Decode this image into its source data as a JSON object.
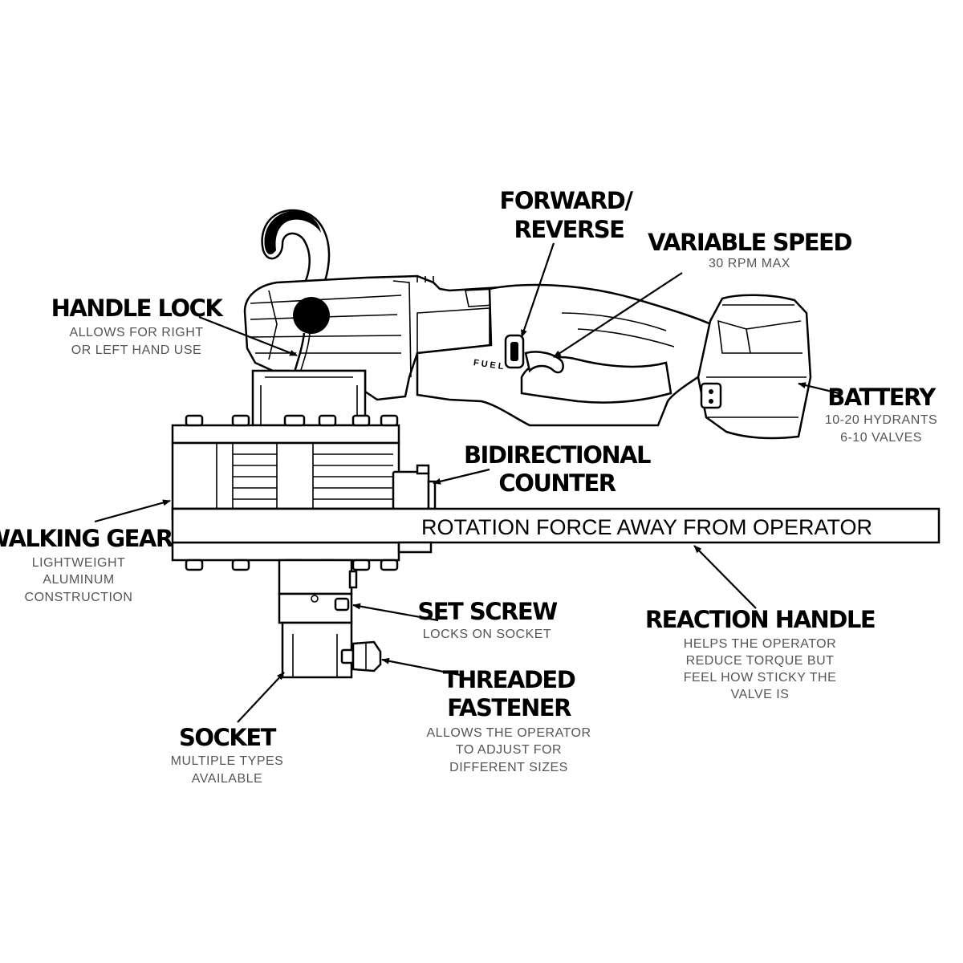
{
  "labels": {
    "forward_reverse": {
      "title_1": "FORWARD/",
      "title_2": "REVERSE"
    },
    "variable_speed": {
      "title": "VARIABLE SPEED",
      "sub": "30 RPM MAX"
    },
    "handle_lock": {
      "title": "HANDLE LOCK",
      "sub_1": "ALLOWS FOR RIGHT",
      "sub_2": "OR LEFT HAND USE"
    },
    "battery": {
      "title": "BATTERY",
      "sub_1": "10-20 HYDRANTS",
      "sub_2": "6-10 VALVES"
    },
    "bidirectional_counter": {
      "title_1": "BIDIRECTIONAL",
      "title_2": "COUNTER"
    },
    "walking_gear": {
      "title": "WALKING GEAR",
      "sub_1": "LIGHTWEIGHT",
      "sub_2": "ALUMINUM",
      "sub_3": "CONSTRUCTION"
    },
    "set_screw": {
      "title": "SET SCREW",
      "sub": "LOCKS ON SOCKET"
    },
    "reaction_handle": {
      "title": "REACTION HANDLE",
      "sub_1": "HELPS THE OPERATOR",
      "sub_2": "REDUCE TORQUE BUT",
      "sub_3": "FEEL HOW STICKY THE",
      "sub_4": "VALVE IS"
    },
    "threaded_fastener": {
      "title_1": "THREADED",
      "title_2": "FASTENER",
      "sub_1": "ALLOWS THE OPERATOR",
      "sub_2": "TO ADJUST FOR",
      "sub_3": "DIFFERENT SIZES"
    },
    "socket": {
      "title": "SOCKET",
      "sub_1": "MULTIPLE TYPES",
      "sub_2": "AVAILABLE"
    }
  },
  "reaction_band": {
    "text": "ROTATION FORCE AWAY FROM OPERATOR"
  },
  "tool_logo": {
    "text": "FUEL"
  },
  "colors": {
    "line": "#000000",
    "subtext": "#555555",
    "background": "#ffffff"
  }
}
